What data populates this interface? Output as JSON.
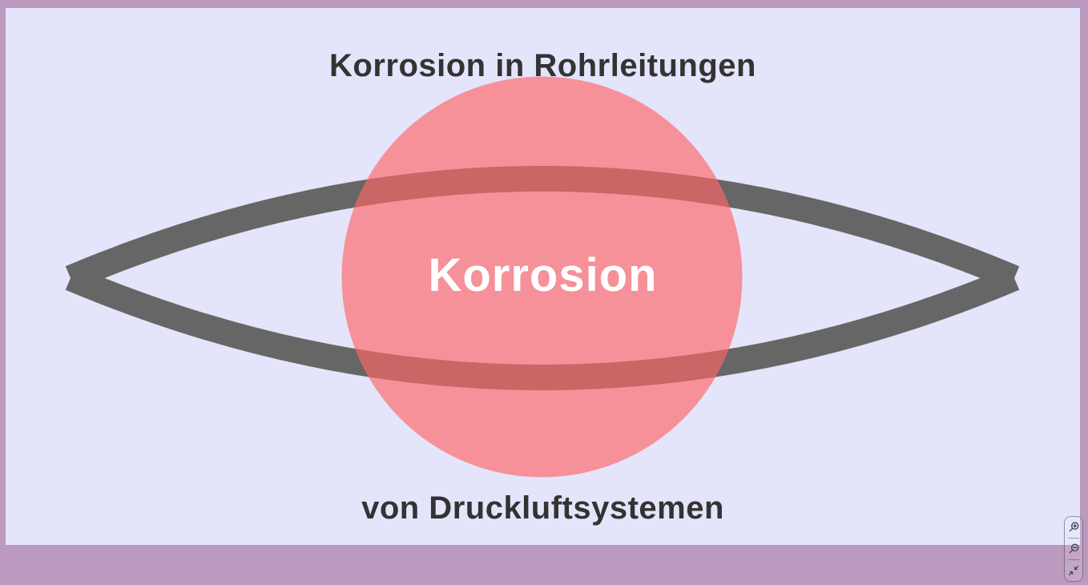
{
  "page": {
    "backdrop_color": "#bc99bf",
    "canvas_color": "#e4e4fb"
  },
  "diagram": {
    "title": "Korrosion in Rohrleitungen",
    "subtitle": "von Druckluftsystemen",
    "circle_label": "Korrosion",
    "colors": {
      "circle_fill": "rgba(255,102,102,0.66)",
      "pipe_arc": "#666666",
      "heading_text": "#333333",
      "circle_text": "#ffffff"
    }
  },
  "zoom_toolbar": {
    "buttons": [
      {
        "name": "zoom-in",
        "icon": "magnifier-plus-icon"
      },
      {
        "name": "zoom-out",
        "icon": "magnifier-minus-icon"
      },
      {
        "name": "reset-view",
        "icon": "collapse-arrows-icon"
      }
    ]
  }
}
